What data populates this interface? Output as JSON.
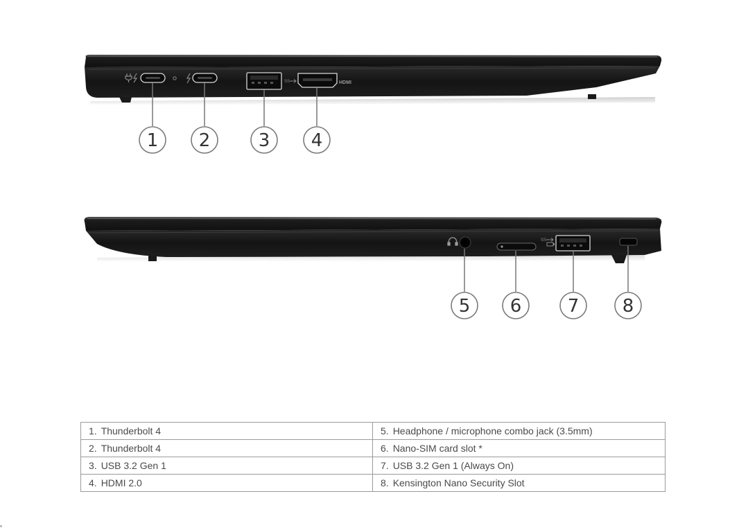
{
  "callouts": [
    "1",
    "2",
    "3",
    "4",
    "5",
    "6",
    "7",
    "8"
  ],
  "port_labels": {
    "hdmi": "HDMI"
  },
  "icons": {
    "left_side": [
      "power-bolt-icon",
      "thunderbolt-icon",
      "superspeed-usb-icon"
    ],
    "right_side": [
      "headphone-icon",
      "superspeed-usb-icon",
      "battery-always-on-icon"
    ]
  },
  "table": {
    "left": [
      {
        "num": "1.",
        "label": "Thunderbolt 4"
      },
      {
        "num": "2.",
        "label": "Thunderbolt 4"
      },
      {
        "num": "3.",
        "label": "USB 3.2 Gen 1"
      },
      {
        "num": "4.",
        "label": "HDMI 2.0"
      }
    ],
    "right": [
      {
        "num": "5.",
        "label": "Headphone / microphone combo jack (3.5mm)"
      },
      {
        "num": "6.",
        "label": "Nano-SIM card slot *"
      },
      {
        "num": "7.",
        "label": "USB 3.2 Gen 1 (Always On)"
      },
      {
        "num": "8.",
        "label": "Kensington Nano Security Slot"
      }
    ]
  },
  "colors": {
    "chassis": "#1a1a1a",
    "chassis_highlight": "#3a3a3a",
    "port_outline": "#d8d8d8",
    "callout_ring": "#7a7a7a"
  }
}
